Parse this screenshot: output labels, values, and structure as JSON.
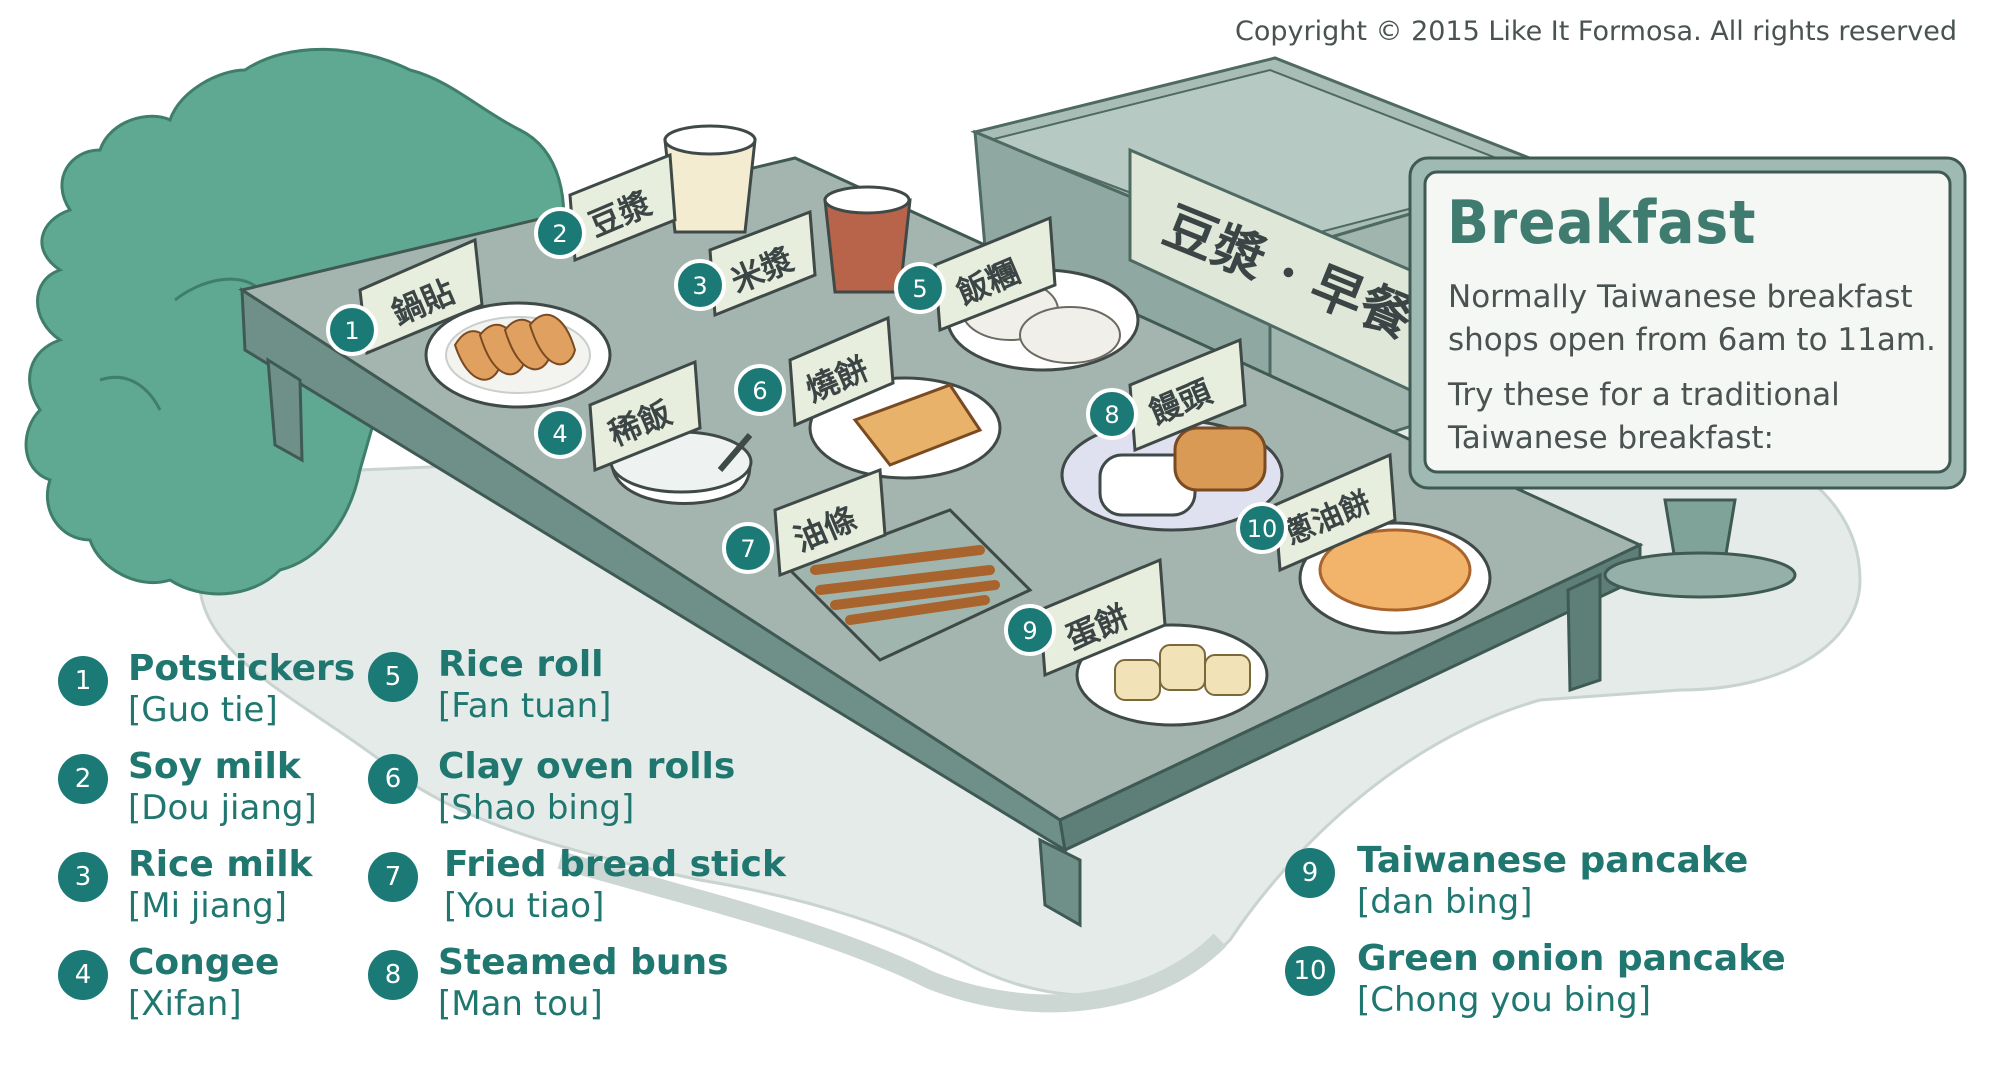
{
  "copyright": "Copyright © 2015 Like It Formosa. All rights reserved",
  "info": {
    "title": "Breakfast",
    "line1": "Normally Taiwanese breakfast shops open from 6am to 11am.",
    "line2": "Try these for a traditional Taiwanese breakfast:"
  },
  "shop_sign": "豆漿 · 早餐",
  "legend": [
    {
      "num": "1",
      "name": "Potstickers",
      "pinyin": "[Guo tie]",
      "chinese": "鍋貼"
    },
    {
      "num": "2",
      "name": "Soy milk",
      "pinyin": "[Dou jiang]",
      "chinese": "豆漿"
    },
    {
      "num": "3",
      "name": "Rice milk",
      "pinyin": "[Mi jiang]",
      "chinese": "米漿"
    },
    {
      "num": "4",
      "name": "Congee",
      "pinyin": "[Xifan]",
      "chinese": "稀飯"
    },
    {
      "num": "5",
      "name": "Rice roll",
      "pinyin": "[Fan tuan]",
      "chinese": "飯糰"
    },
    {
      "num": "6",
      "name": "Clay oven rolls",
      "pinyin": "[Shao bing]",
      "chinese": "燒餅"
    },
    {
      "num": "7",
      "name": "Fried bread stick",
      "pinyin": "[You tiao]",
      "chinese": "油條"
    },
    {
      "num": "8",
      "name": "Steamed buns",
      "pinyin": "[Man tou]",
      "chinese": "饅頭"
    },
    {
      "num": "9",
      "name": "Taiwanese pancake",
      "pinyin": "[dan bing]",
      "chinese": "蛋餅"
    },
    {
      "num": "10",
      "name": "Green onion pancake",
      "pinyin": "[Chong you bing]",
      "chinese": "蔥油餅"
    }
  ]
}
